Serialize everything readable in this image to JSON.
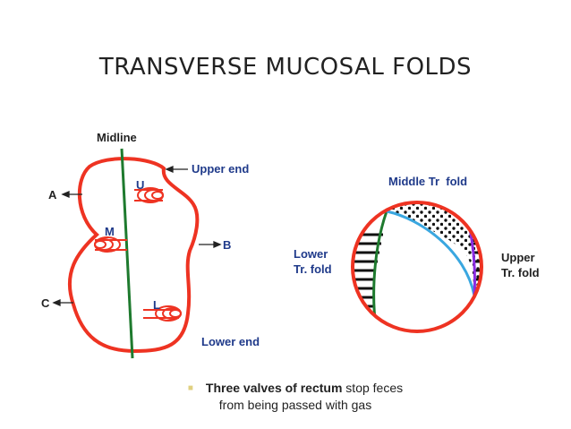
{
  "title": "TRANSVERSE MUCOSAL FOLDS",
  "labels": {
    "midline": "Midline",
    "upper_end": "Upper end",
    "lower_end": "Lower end",
    "a": "A",
    "b": "B",
    "c": "C",
    "u": "U",
    "m": "M",
    "l": "L",
    "middle_tr_fold": "Middle Tr  fold",
    "lower_tr_fold_1": "Lower",
    "lower_tr_fold_2": "Tr. fold",
    "upper_tr_fold_1": "Upper",
    "upper_tr_fold_2": "Tr. fold"
  },
  "caption": {
    "bold": "Three valves of rectum",
    "rest": " stop feces",
    "line2": "from being passed with gas"
  },
  "colors": {
    "outline": "#ee3322",
    "midline": "#1e7a2e",
    "label_blue": "#1f3a8a",
    "label_dark": "#222222",
    "fold_blue": "#3aa7e0",
    "fold_purple": "#8a2be2"
  }
}
